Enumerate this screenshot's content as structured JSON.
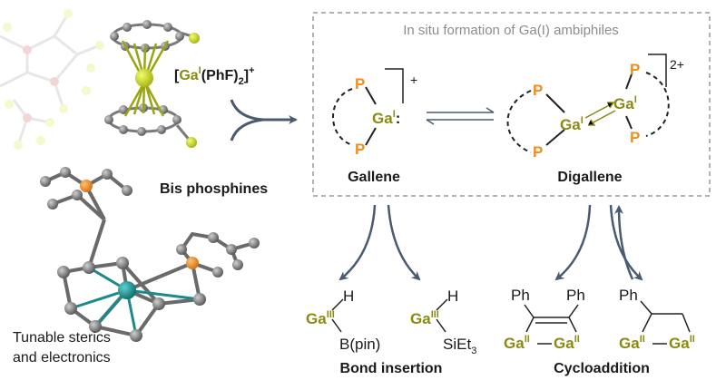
{
  "colors": {
    "gallium": "#8b8a12",
    "phosphorus": "#f28c1e",
    "arrow": "#4a5a70",
    "box_border": "#9a9a9a",
    "header_text": "#8c8c8c",
    "bond_gray": "#7d7d7d",
    "metal_teal": "#1a8a8a",
    "fluorine": "#d4e02a"
  },
  "reagent": {
    "open": "[",
    "ga": "Ga",
    "ga_ox": "I",
    "ligand": "(PhF)",
    "sub": "2",
    "close": "]",
    "charge": "+"
  },
  "bisphosphines_label": "Bis phosphines",
  "tunable_label_1": "Tunable sterics",
  "tunable_label_2": "and electronics",
  "box": {
    "header": "In situ formation of Ga(I) ambiphiles",
    "gallene": {
      "p_top": "P",
      "p_bottom": "P",
      "ga": "Ga",
      "ga_ox": "I",
      "lone_pair": ":",
      "charge": "+",
      "label": "Gallene"
    },
    "digallene": {
      "p1": "P",
      "p2": "P",
      "p3": "P",
      "p4": "P",
      "ga_left": "Ga",
      "ga_left_ox": "I",
      "ga_right": "Ga",
      "ga_right_ox": "I",
      "charge": "2+",
      "label": "Digallene"
    }
  },
  "products": {
    "bpin": {
      "ga": "Ga",
      "ox": "III",
      "h": "H",
      "group": "B(pin)"
    },
    "silyl": {
      "ga": "Ga",
      "ox": "III",
      "h": "H",
      "group_main": "SiEt",
      "group_sub": "3"
    },
    "cyclo1": {
      "ph_left": "Ph",
      "ph_right": "Ph",
      "ga_left": "Ga",
      "ga_left_ox": "II",
      "ga_right": "Ga",
      "ga_right_ox": "II"
    },
    "cyclo2": {
      "ph": "Ph",
      "ga_left": "Ga",
      "ga_left_ox": "II",
      "ga_right": "Ga",
      "ga_right_ox": "II"
    },
    "bond_insertion_label": "Bond insertion",
    "cycloaddition_label": "Cycloaddition"
  }
}
